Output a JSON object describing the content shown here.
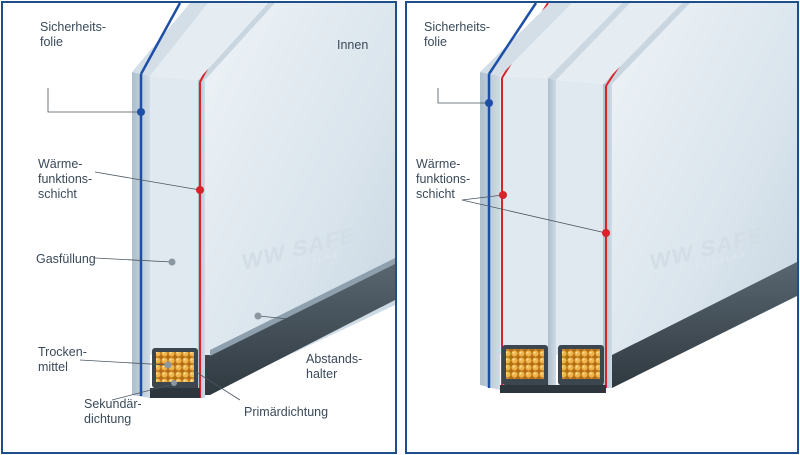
{
  "colors": {
    "frame": "#1f4f8a",
    "glass_light": "#e6eef4",
    "glass_mid": "#c7d6e2",
    "glass_edge": "#9fb3c4",
    "spacer_dark": "#3f4a52",
    "desiccant": "#e8a437",
    "blue_film": "#1d4fa8",
    "red_layer": "#d8232a",
    "leader": "#4a5560"
  },
  "left_panel": {
    "sicherheitsfolie": "Sicherheits-\nfolie",
    "innen": "Innen",
    "waermefunktionsschicht": "Wärme-\nfunktions-\nschicht",
    "gasfuellung": "Gasfüllung",
    "trockenmittel": "Trocken-\nmittel",
    "abstandshalter": "Abstands-\nhalter",
    "sekundaerdichtung": "Sekundär-\ndichtung",
    "primaerdichtung": "Primärdichtung",
    "watermark_big": "WW SAFE",
    "watermark_small": "SICHERHEITSGLAS"
  },
  "right_panel": {
    "sicherheitsfolie": "Sicherheits-\nfolie",
    "waermefunktionsschicht": "Wärme-\nfunktions-\nschicht",
    "watermark_big": "WW SAFE",
    "watermark_small": "SICHERHEITSGLAS"
  }
}
